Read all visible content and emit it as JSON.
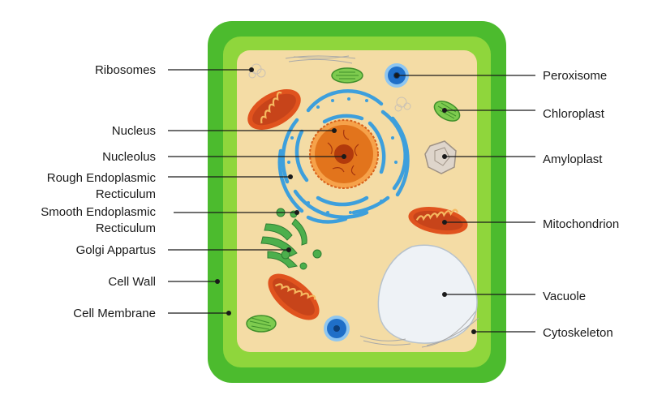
{
  "labels": {
    "ribosomes": "Ribosomes",
    "nucleus": "Nucleus",
    "nucleolus": "Nucleolus",
    "rough_er_line1": "Rough Endoplasmic",
    "rough_er_line2": "Recticulum",
    "smooth_er_line1": "Smooth Endoplasmic",
    "smooth_er_line2": "Recticulum",
    "golgi": "Golgi Appartus",
    "cell_wall": "Cell Wall",
    "cell_membrane": "Cell Membrane",
    "peroxisome": "Peroxisome",
    "chloroplast": "Chloroplast",
    "amyloplast": "Amyloplast",
    "mitochondrion": "Mitochondrion",
    "vacuole": "Vacuole",
    "cytoskeleton": "Cytoskeleton"
  },
  "colors": {
    "cell_wall_outer": "#4cbb2e",
    "cell_membrane": "#8fd63c",
    "cytoplasm": "#f4dca5",
    "nucleus_fill": "#e2741c",
    "nucleolus_fill": "#b23a0c",
    "er": "#3d9fdc",
    "mitochondrion": "#e0531e",
    "mito_crista": "#f5b860",
    "chloroplast": "#7ecb4f",
    "golgi": "#4caf4c",
    "peroxisome": "#1f6fc8",
    "vacuole": "#eef2f6",
    "amyloplast": "#ded5cb",
    "leader_line": "#1a1a1a"
  }
}
